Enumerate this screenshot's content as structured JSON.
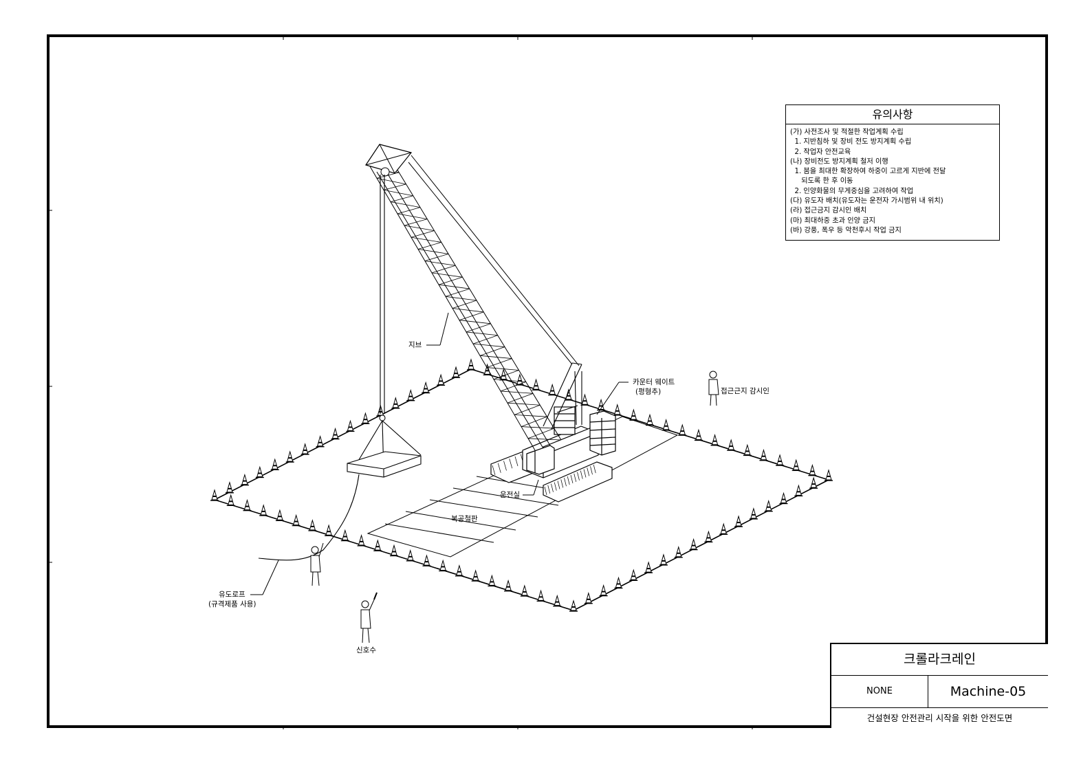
{
  "notes": {
    "title": "유의사항",
    "items": [
      "(가) 사전조사 및 적절한 작업계획 수립",
      "  1. 지반침하 및 장비 전도 방지계획 수립",
      "  2. 작업자 안전교육",
      "(나) 장비전도 방지계획 철저 이행",
      "  1. 붐을 최대한 확장하여 하중이 고르게 지반에 전달",
      "     되도록 한 후 이동",
      "  2. 인양화물의 무게중심을 고려하여 작업",
      "(다) 유도자 배치(유도자는 운전자 가시범위 내 위치)",
      "(라) 접근금지 감시인 배치",
      "(마) 최대하중 초과 인양 금지",
      "(바) 강풍, 폭우 등 악천후시 작업 금지"
    ]
  },
  "labels": {
    "jib": "지브",
    "counterweight_1": "카운터 웨이트",
    "counterweight_2": "(평형추)",
    "watcher": "접근근지 감시인",
    "cab": "운전실",
    "steel_plate": "복공철판",
    "guide_rope_1": "유도로프",
    "guide_rope_2": "(규격제품 사용)",
    "signalman": "신호수"
  },
  "title_block": {
    "title": "크롤라크레인",
    "scale": "NONE",
    "code": "Machine-05",
    "description": "건설현장 안전관리 시작을 위한 안전도면"
  }
}
